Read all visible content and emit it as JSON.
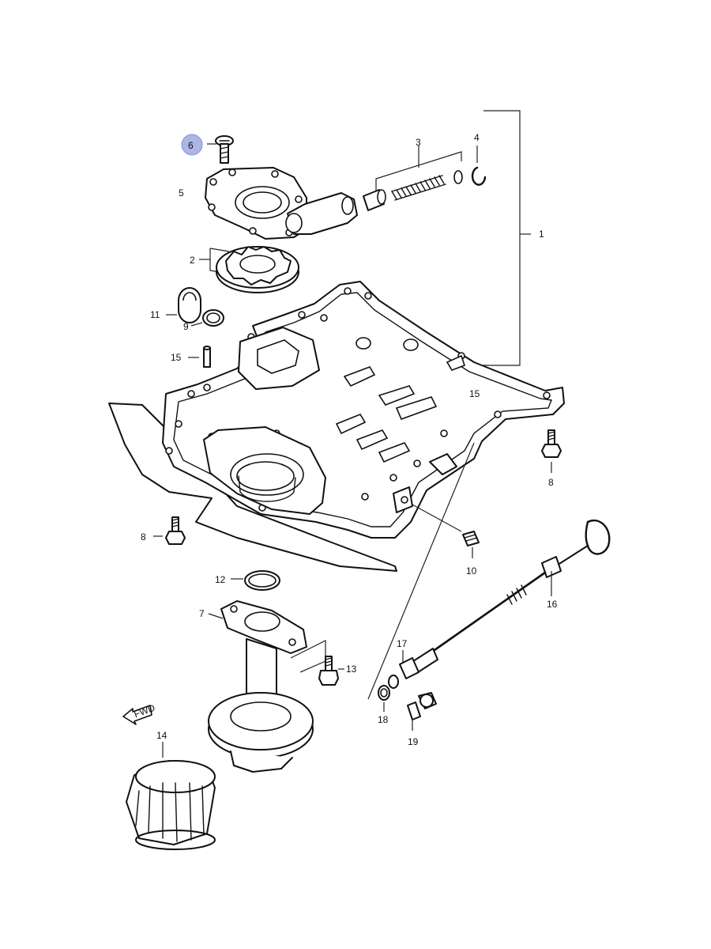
{
  "callouts": {
    "c1": "1",
    "c2": "2",
    "c3": "3",
    "c4": "4",
    "c5": "5",
    "c6": "6",
    "c7": "7",
    "c8a": "8",
    "c8b": "8",
    "c9": "9",
    "c10": "10",
    "c11": "11",
    "c12": "12",
    "c13": "13",
    "c14": "14",
    "c15a": "15",
    "c15b": "15",
    "c16": "16",
    "c17": "17",
    "c18": "18",
    "c19": "19"
  },
  "direction_badge": {
    "label": "FWD"
  },
  "highlight": {
    "callout": "6",
    "color": "#a9b6e6"
  },
  "icons": {
    "direction_arrow": "fwd-arrow-icon"
  }
}
